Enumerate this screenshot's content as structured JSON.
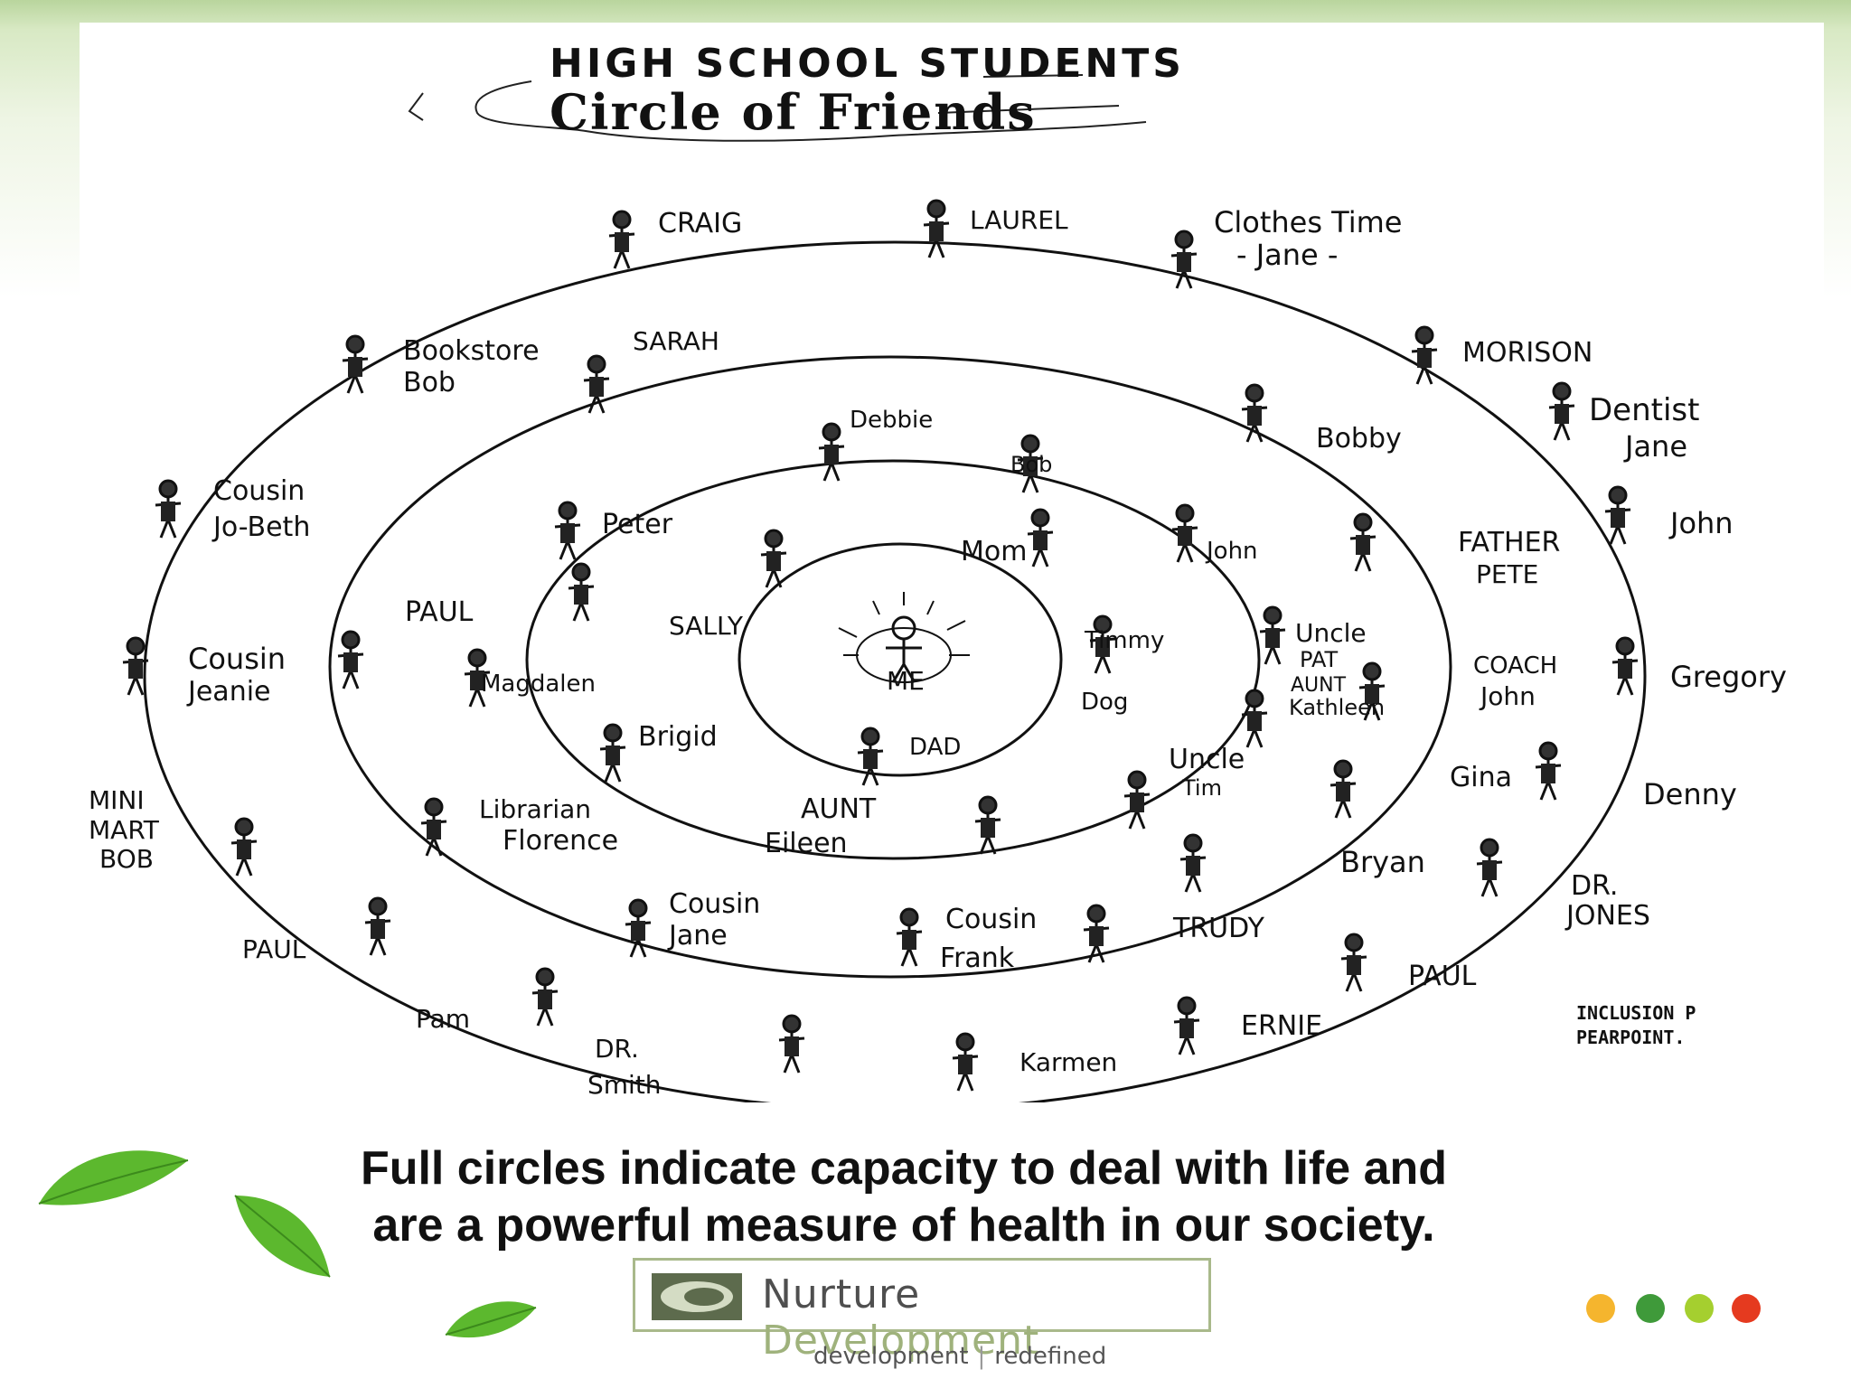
{
  "diagram": {
    "title_line1": "HIGH SCHOOL STUDENTS",
    "title_line2": "Circle of Friends",
    "center_label": "ME",
    "credit_line1": "INCLUSION P",
    "credit_line2": "PEARPOINT.",
    "people": [
      {
        "label": "CRAIG"
      },
      {
        "label": "LAUREL"
      },
      {
        "label": "Clothes Time"
      },
      {
        "label": "- Jane -"
      },
      {
        "label": "MORISON"
      },
      {
        "label": "Dentist"
      },
      {
        "label": "Jane"
      },
      {
        "label": "John"
      },
      {
        "label": "Gregory"
      },
      {
        "label": "Denny"
      },
      {
        "label": "DR."
      },
      {
        "label": "JONES"
      },
      {
        "label": "PAUL"
      },
      {
        "label": "ERNIE"
      },
      {
        "label": "Karmen"
      },
      {
        "label": "DR."
      },
      {
        "label": "Smith"
      },
      {
        "label": "Pam"
      },
      {
        "label": "PAUL"
      },
      {
        "label": "MINI"
      },
      {
        "label": "MART"
      },
      {
        "label": "BOB"
      },
      {
        "label": "Cousin"
      },
      {
        "label": "Jeanie"
      },
      {
        "label": "Cousin"
      },
      {
        "label": "Jo-Beth"
      },
      {
        "label": "Bookstore"
      },
      {
        "label": "Bob"
      },
      {
        "label": "SARAH"
      },
      {
        "label": "Bobby"
      },
      {
        "label": "FATHER"
      },
      {
        "label": "PETE"
      },
      {
        "label": "COACH"
      },
      {
        "label": "John"
      },
      {
        "label": "Gina"
      },
      {
        "label": "Bryan"
      },
      {
        "label": "TRUDY"
      },
      {
        "label": "Cousin"
      },
      {
        "label": "Frank"
      },
      {
        "label": "Cousin"
      },
      {
        "label": "Jane"
      },
      {
        "label": "Librarian"
      },
      {
        "label": "Florence"
      },
      {
        "label": "PAUL"
      },
      {
        "label": "Debbie"
      },
      {
        "label": "Bob"
      },
      {
        "label": "John"
      },
      {
        "label": "Uncle"
      },
      {
        "label": "PAT"
      },
      {
        "label": "AUNT"
      },
      {
        "label": "Kathleen"
      },
      {
        "label": "Uncle"
      },
      {
        "label": "Tim"
      },
      {
        "label": "AUNT"
      },
      {
        "label": "Eileen"
      },
      {
        "label": "Brigid"
      },
      {
        "label": "Magdalen"
      },
      {
        "label": "Peter"
      },
      {
        "label": "Mom"
      },
      {
        "label": "SALLY"
      },
      {
        "label": "Timmy"
      },
      {
        "label": "Dog"
      },
      {
        "label": "DAD"
      }
    ]
  },
  "caption": {
    "line1": "Full circles indicate capacity to deal with life and",
    "line2": "are a powerful measure of health in our society."
  },
  "logo": {
    "word1": "Nurture",
    "word2": "Development",
    "tagline_left": "development",
    "tagline_sep": "|",
    "tagline_right": "redefined"
  },
  "colors": {
    "leaf_green": "#5cb82e",
    "logo_green": "#9fb27c",
    "dots": [
      "#f5b52e",
      "#3f9a3a",
      "#a5cf2f",
      "#e53a1f"
    ]
  }
}
